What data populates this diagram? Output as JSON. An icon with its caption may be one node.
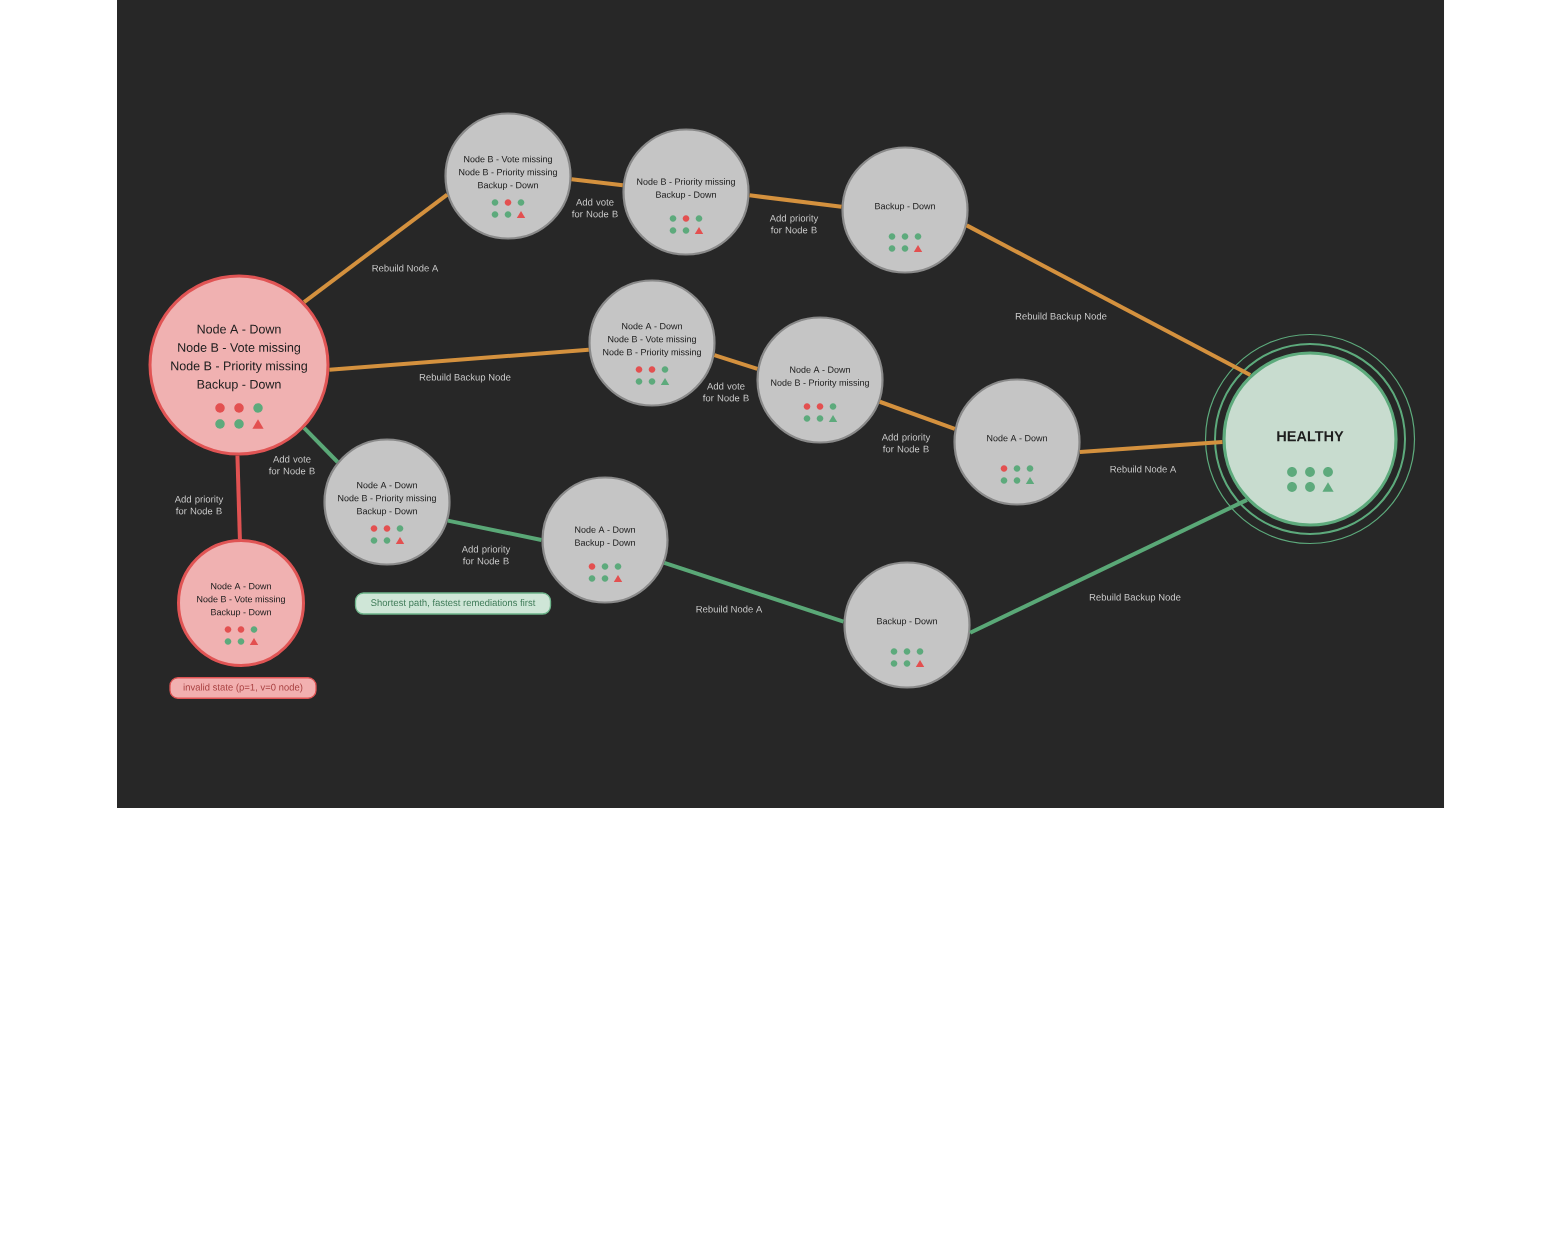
{
  "diagram": {
    "nodes": [
      {
        "text": [
          "Node A - Down",
          "Node B - Vote missing",
          "Node B - Priority missing",
          "Backup - Down"
        ]
      },
      {
        "text": [
          "Node B - Vote missing",
          "Node B - Priority missing",
          "Backup - Down"
        ]
      },
      {
        "text": [
          "Node B - Priority missing",
          "Backup - Down"
        ]
      },
      {
        "text": [
          "Backup - Down"
        ]
      },
      {
        "text": [
          "Node A - Down",
          "Node B - Vote missing",
          "Node B - Priority missing"
        ]
      },
      {
        "text": [
          "Node A - Down",
          "Node B - Priority missing"
        ]
      },
      {
        "text": [
          "Node A - Down"
        ]
      },
      {
        "text": [
          "HEALTHY"
        ]
      },
      {
        "text": [
          "Node A - Down",
          "Node B - Priority missing",
          "Backup - Down"
        ]
      },
      {
        "text": [
          "Node A - Down",
          "Backup - Down"
        ]
      },
      {
        "text": [
          "Backup - Down"
        ]
      },
      {
        "text": [
          "Node A - Down",
          "Node B - Vote missing",
          "Backup - Down"
        ]
      },
      {
        "text": [
          "Shortest path, fastest remediations first"
        ]
      },
      {
        "text": [
          "invalid state (p=1, v=0 node)"
        ]
      }
    ],
    "edges": [
      {
        "from": 0,
        "to": 1,
        "arrow": "none",
        "label": "Rebuild Node A"
      },
      {
        "from": 1,
        "to": 2,
        "arrow": "none",
        "label": "Add vote for Node B"
      },
      {
        "from": 2,
        "to": 3,
        "arrow": "none",
        "label": "Add priority for Node B"
      },
      {
        "from": 3,
        "to": 7,
        "arrow": "none",
        "label": "Rebuild Backup Node"
      },
      {
        "from": 0,
        "to": 4,
        "arrow": "none",
        "label": "Rebuild Backup Node"
      },
      {
        "from": 4,
        "to": 5,
        "arrow": "none",
        "label": "Add vote for Node B"
      },
      {
        "from": 5,
        "to": 6,
        "arrow": "none",
        "label": "Add priority for Node B"
      },
      {
        "from": 6,
        "to": 7,
        "arrow": "none",
        "label": "Rebuild Node A"
      },
      {
        "from": 0,
        "to": 8,
        "arrow": "none",
        "label": "Add vote for Node B",
        "color": "#5aa877"
      },
      {
        "from": 8,
        "to": 9,
        "arrow": "none",
        "label": "Add priority for Node B",
        "color": "#5aa877"
      },
      {
        "from": 9,
        "to": 10,
        "arrow": "none",
        "label": "Rebuild Node A",
        "color": "#5aa877"
      },
      {
        "from": 10,
        "to": 7,
        "arrow": "none",
        "label": "Rebuild Backup Node",
        "color": "#5aa877"
      },
      {
        "from": 0,
        "to": 11,
        "arrow": "none",
        "label": "Add priority for Node B",
        "color": "#e05252"
      }
    ]
  }
}
